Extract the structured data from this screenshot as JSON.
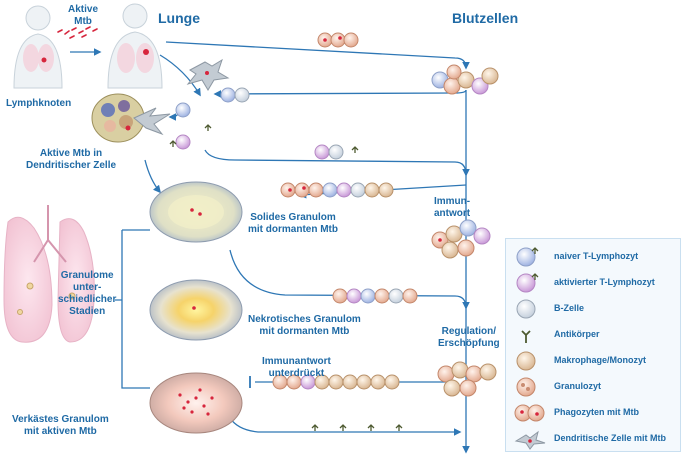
{
  "headers": {
    "lung": "Lunge",
    "blood": "Blutzellen"
  },
  "labels": {
    "active_mtb": "Aktive\nMtb",
    "lymph_node": "Lymphknoten",
    "dendritic": "Aktive Mtb in\nDendritischer Zelle",
    "solid": "Solides Granulom\nmit dormanten Mtb",
    "immune_response": "Immun-\nantwort",
    "stages": "Granulome\nunter-\nschiedlicher\nStadien",
    "necrotic": "Nekrotisches Granulom\nmit dormanten Mtb",
    "regulation": "Regulation/\nErschöpfung",
    "suppressed": "Immunantwort\nunterdrückt",
    "caseous": "Verkästes Granulom\nmit aktiven Mtb"
  },
  "legend": [
    {
      "icon": "naive-t-cell-icon",
      "label": "naiver T-Lymphozyt",
      "color": "#b9c8ec"
    },
    {
      "icon": "activated-t-cell-icon",
      "label": "aktivierter T-Lymphozyt",
      "color": "#d9b8e3"
    },
    {
      "icon": "b-cell-icon",
      "label": "B-Zelle",
      "color": "#e9eef5"
    },
    {
      "icon": "antibody-icon",
      "label": "Antikörper",
      "color": "#4d5a30"
    },
    {
      "icon": "macrophage-icon",
      "label": "Makrophage/Monozyt",
      "color": "#e9d3bc"
    },
    {
      "icon": "granulocyte-icon",
      "label": "Granulozyt",
      "color": "#f1c9b6"
    },
    {
      "icon": "phagocyte-mtb-icon",
      "label": "Phagozyten mit Mtb",
      "color": "#efc8b8"
    },
    {
      "icon": "dendritic-cell-icon",
      "label": "Dendritische Zelle mit Mtb",
      "color": "#b8c0c8"
    }
  ],
  "colors": {
    "text": "#1f6aa5",
    "arrow": "#2e77b5",
    "mtb": "#d7263d",
    "legend_bg": "#f4f9fd"
  }
}
